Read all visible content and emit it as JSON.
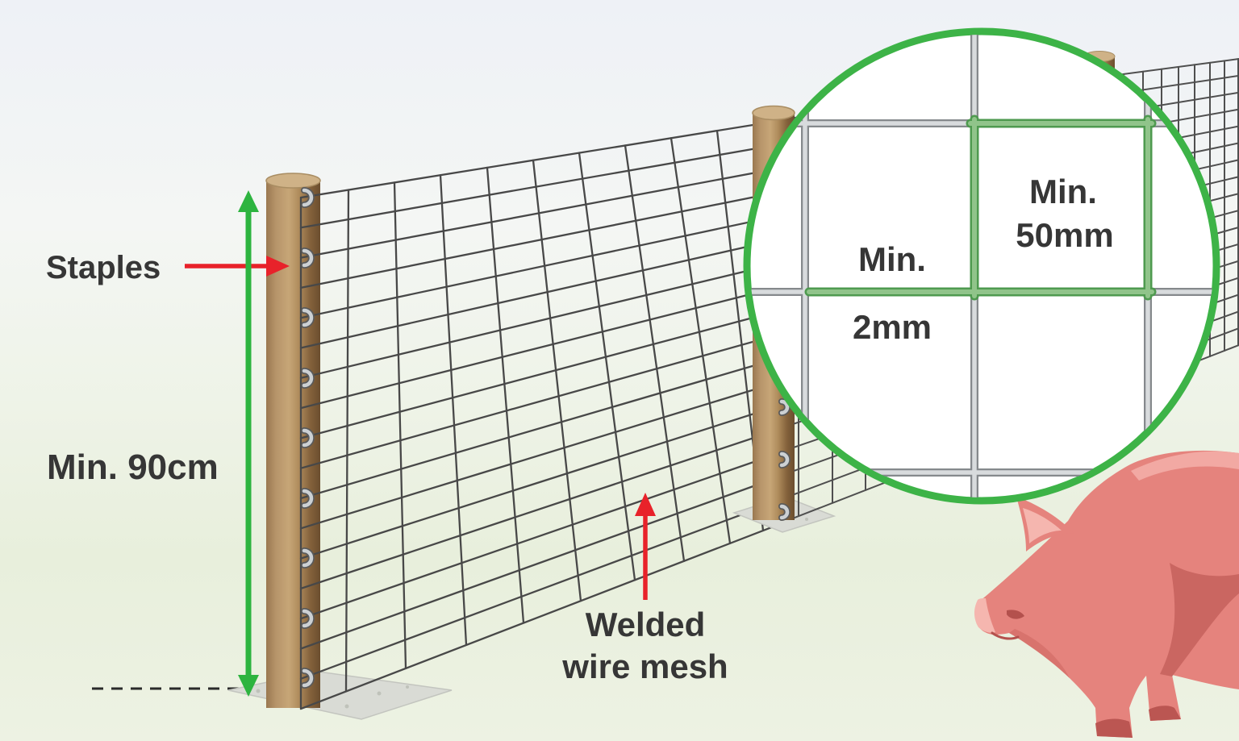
{
  "diagram": {
    "title": "Pig fencing requirements diagram",
    "labels": {
      "staples": "Staples",
      "min_height": "Min. 90cm",
      "mesh_line1": "Welded",
      "mesh_line2": "wire mesh",
      "wire_thickness_line1": "Min.",
      "wire_thickness_line2": "2mm",
      "mesh_opening_line1": "Min.",
      "mesh_opening_line2": "50mm"
    },
    "colors": {
      "accent_red": "#e8222a",
      "accent_green": "#2db43f",
      "magnifier_green": "#3db347",
      "wire_grey": "#484848",
      "magnified_wire_silver": "#d8dbdd",
      "highlight_wire_green": "#90c48a",
      "post_brown": "#c7a677",
      "concrete_grey": "#d9dbd5",
      "pig_pink": "#e5837d",
      "pig_shade": "#ca6661",
      "pig_light": "#f2a9a3",
      "text": "#363636"
    }
  }
}
